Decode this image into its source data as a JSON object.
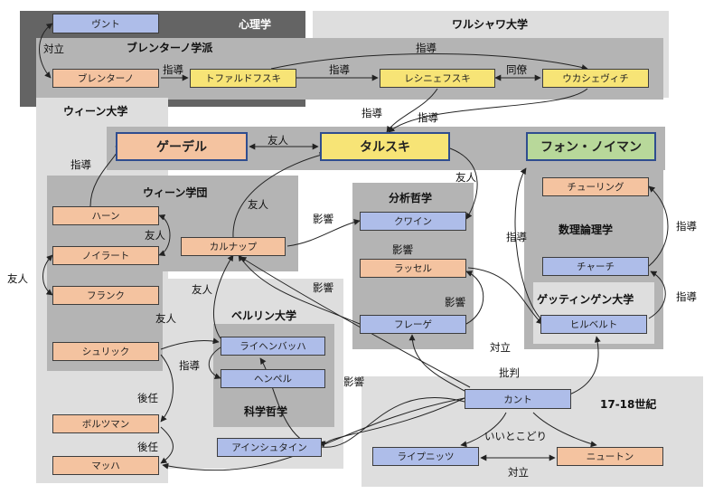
{
  "regions": {
    "shinri": "心理学",
    "warsaw": "ワルシャワ大学",
    "brentano_school": "ブレンターノ学派",
    "vienna_univ": "ウィーン大学",
    "vienna_circle": "ウィーン学団",
    "analytic": "分析哲学",
    "math_logic": "数理論理学",
    "gottingen": "ゲッティンゲン大学",
    "berlin": "ベルリン大学",
    "sci_phil": "科学哲学",
    "c1718": "17-18世紀"
  },
  "nodes": {
    "wundt": "ヴント",
    "brentano": "ブレンターノ",
    "twardowski": "トファルドフスキ",
    "lesniewski": "レシニェフスキ",
    "lukasiewicz": "ウカシェヴィチ",
    "godel": "ゲーデル",
    "tarski": "タルスキ",
    "neumann": "フォン・ノイマン",
    "hahn": "ハーン",
    "neurath": "ノイラート",
    "frank": "フランク",
    "carnap": "カルナップ",
    "schlick": "シュリック",
    "boltzmann": "ボルツマン",
    "mach": "マッハ",
    "quine": "クワイン",
    "russell": "ラッセル",
    "frege": "フレーゲ",
    "turing": "チューリング",
    "church": "チャーチ",
    "hilbert": "ヒルベルト",
    "reichenbach": "ライヘンバッハ",
    "hempel": "ヘンペル",
    "einstein": "アインシュタイン",
    "kant": "カント",
    "leibniz": "ライプニッツ",
    "newton": "ニュートン"
  },
  "edge_labels": {
    "wundt_brentano": "対立",
    "brentano_twar": "指導",
    "twar_les": "指導",
    "twar_luk": "指導",
    "les_luk": "同僚",
    "les_tarski": "指導",
    "luk_tarski": "指導",
    "godel_tarski": "友人",
    "hahn_godel": "指導",
    "tarski_quine": "友人",
    "carnap_tarski": "友人",
    "hahn_neurath": "友人",
    "neurath_frank": "友人",
    "carnap_quine": "影響",
    "russell_hilbert": "影響",
    "frege_carnap": "影響",
    "frege_russell": "影響",
    "church_turing": "指導",
    "hilbert_church": "指導",
    "hilbert_neumann": "指導",
    "schlick_reich": "友人",
    "reich_carnap": "友人",
    "reich_hempel": "指導",
    "kant_frege": "対立",
    "kant_hilbert": "批判",
    "kant_schlick": "影響",
    "schlick_boltz": "後任",
    "boltz_mach": "後任",
    "kant_leibniz": "いいとこどり",
    "leibniz_newton": "対立"
  },
  "colors": {
    "orange": "#f4c3a0",
    "yellow": "#f7e476",
    "blue": "#aebde9",
    "green": "#b8d89a"
  }
}
